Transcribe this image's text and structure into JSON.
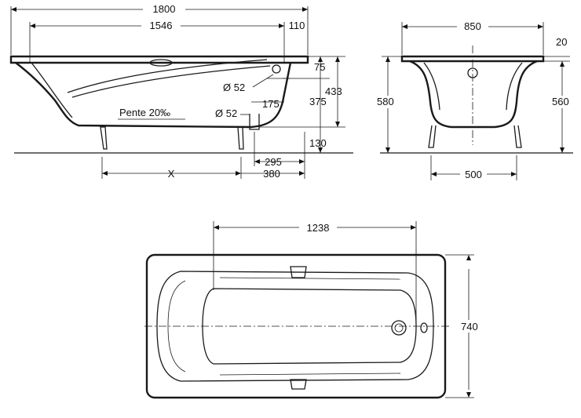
{
  "side_view": {
    "dimensions": {
      "overall_length": "1800",
      "inner_length": "1546",
      "rim_offset": "110",
      "outlet_height": "75",
      "depth_total": "433",
      "depth_inner": "375",
      "overflow_pos": "175",
      "leg_height": "130",
      "drain_pos": "295",
      "leg_pos": "380",
      "leg_spacing": "X"
    },
    "overflow_diameter": "Ø 52",
    "drain_diameter": "Ø 52",
    "slope_label": "Pente 20‰"
  },
  "end_view": {
    "dimensions": {
      "width": "850",
      "rim_height": "20",
      "height_total": "580",
      "height_rim": "560",
      "foot_spacing": "500"
    }
  },
  "top_view": {
    "dimensions": {
      "inner_length": "1238",
      "width": "740"
    }
  }
}
